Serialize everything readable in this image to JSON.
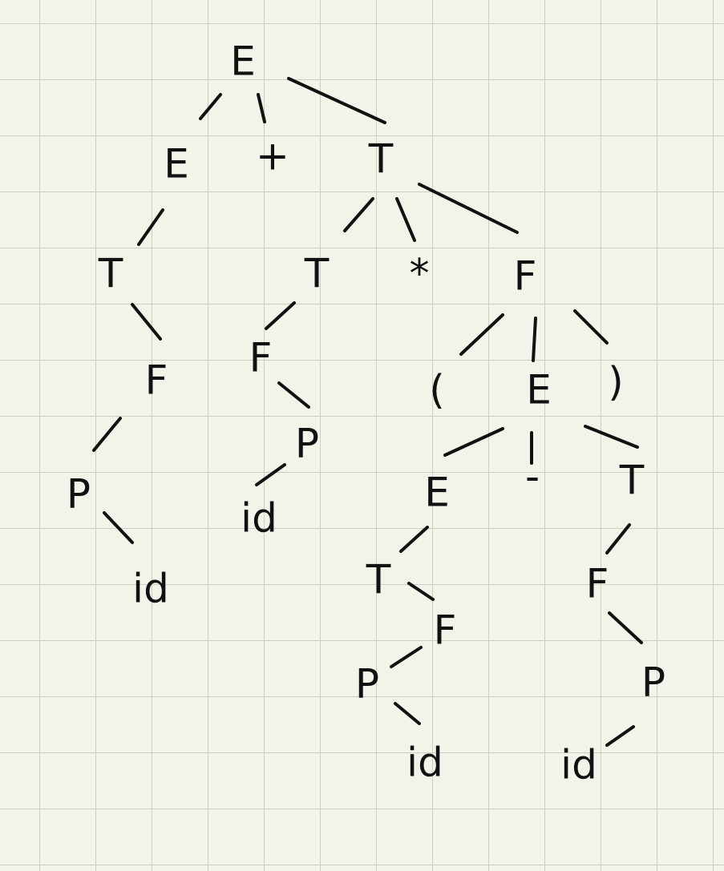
{
  "tree": {
    "nodes": [
      {
        "id": "root_E",
        "label": "E"
      },
      {
        "id": "E1",
        "label": "E"
      },
      {
        "id": "plus",
        "label": "+"
      },
      {
        "id": "T1",
        "label": "T"
      },
      {
        "id": "T_a",
        "label": "T"
      },
      {
        "id": "F_a",
        "label": "F"
      },
      {
        "id": "P_a",
        "label": "P"
      },
      {
        "id": "id_a",
        "label": "id"
      },
      {
        "id": "T_b",
        "label": "T"
      },
      {
        "id": "star",
        "label": "*"
      },
      {
        "id": "F_b",
        "label": "F"
      },
      {
        "id": "F_c",
        "label": "F"
      },
      {
        "id": "P_c",
        "label": "P"
      },
      {
        "id": "id_c",
        "label": "id"
      },
      {
        "id": "lparen",
        "label": "("
      },
      {
        "id": "E2",
        "label": "E"
      },
      {
        "id": "rparen",
        "label": ")"
      },
      {
        "id": "E3",
        "label": "E"
      },
      {
        "id": "minus",
        "label": "-"
      },
      {
        "id": "T3",
        "label": "T"
      },
      {
        "id": "T4",
        "label": "T"
      },
      {
        "id": "F4",
        "label": "F"
      },
      {
        "id": "P4",
        "label": "P"
      },
      {
        "id": "id4",
        "label": "id"
      },
      {
        "id": "F5",
        "label": "F"
      },
      {
        "id": "P5",
        "label": "P"
      },
      {
        "id": "id5",
        "label": "id"
      }
    ],
    "edges": [
      [
        "root_E",
        "E1"
      ],
      [
        "root_E",
        "plus"
      ],
      [
        "root_E",
        "T1"
      ],
      [
        "E1",
        "T_a"
      ],
      [
        "T_a",
        "F_a"
      ],
      [
        "F_a",
        "P_a"
      ],
      [
        "P_a",
        "id_a"
      ],
      [
        "T1",
        "T_b"
      ],
      [
        "T1",
        "star"
      ],
      [
        "T1",
        "F_b"
      ],
      [
        "T_b",
        "F_c"
      ],
      [
        "F_c",
        "P_c"
      ],
      [
        "P_c",
        "id_c"
      ],
      [
        "F_b",
        "lparen"
      ],
      [
        "F_b",
        "E2"
      ],
      [
        "F_b",
        "rparen"
      ],
      [
        "E2",
        "E3"
      ],
      [
        "E2",
        "minus"
      ],
      [
        "E2",
        "T3"
      ],
      [
        "E3",
        "T4"
      ],
      [
        "T4",
        "F4"
      ],
      [
        "F4",
        "P4"
      ],
      [
        "P4",
        "id4"
      ],
      [
        "T3",
        "F5"
      ],
      [
        "F5",
        "P5"
      ],
      [
        "P5",
        "id5"
      ]
    ]
  }
}
